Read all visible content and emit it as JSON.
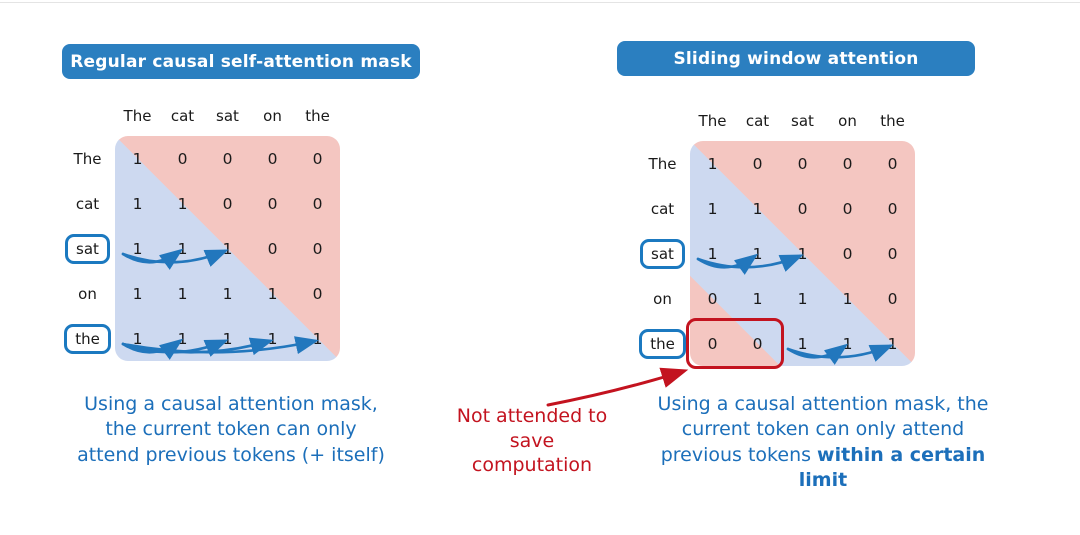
{
  "colors": {
    "banner_bg": "#2b7fc0",
    "banner_text": "#ffffff",
    "cell_blue": "#cdd9f0",
    "cell_pink": "#f4c6c1",
    "caption_blue": "#1c6fba",
    "annotation_red": "#c3131f",
    "token_box_blue": "#1b79c0",
    "arrow_blue": "#2277bd",
    "red_box": "#c3131f",
    "number_text": "#1a1a1a"
  },
  "left_panel": {
    "title": "Regular causal self-attention mask",
    "col_tokens": [
      "The",
      "cat",
      "sat",
      "on",
      "the"
    ],
    "row_tokens": [
      "The",
      "cat",
      "sat",
      "on",
      "the"
    ],
    "matrix": [
      [
        1,
        0,
        0,
        0,
        0
      ],
      [
        1,
        1,
        0,
        0,
        0
      ],
      [
        1,
        1,
        1,
        0,
        0
      ],
      [
        1,
        1,
        1,
        1,
        0
      ],
      [
        1,
        1,
        1,
        1,
        1
      ]
    ],
    "boxed_rows": [
      2,
      4
    ],
    "arrows": [
      {
        "row": 2,
        "from_col": 0,
        "to_cols": [
          1,
          2
        ]
      },
      {
        "row": 4,
        "from_col": 0,
        "to_cols": [
          1,
          2,
          3,
          4
        ]
      }
    ],
    "caption": "Using a causal attention mask, the current token can only attend previous tokens (+ itself)"
  },
  "right_panel": {
    "title": "Sliding window attention",
    "col_tokens": [
      "The",
      "cat",
      "sat",
      "on",
      "the"
    ],
    "row_tokens": [
      "The",
      "cat",
      "sat",
      "on",
      "the"
    ],
    "matrix": [
      [
        1,
        0,
        0,
        0,
        0
      ],
      [
        1,
        1,
        0,
        0,
        0
      ],
      [
        1,
        1,
        1,
        0,
        0
      ],
      [
        0,
        1,
        1,
        1,
        0
      ],
      [
        0,
        0,
        1,
        1,
        1
      ]
    ],
    "boxed_rows": [
      2,
      4
    ],
    "arrows": [
      {
        "row": 2,
        "from_col": 0,
        "to_cols": [
          1,
          2
        ]
      },
      {
        "row": 4,
        "from_col": 2,
        "to_cols": [
          3,
          4
        ]
      }
    ],
    "red_box_cells": {
      "row": 4,
      "cols": [
        0,
        1
      ]
    },
    "caption_normal": "Using a causal attention mask, the current token can only attend previous tokens ",
    "caption_bold": "within a certain limit"
  },
  "annotation": {
    "text": "Not attended to save computation"
  }
}
